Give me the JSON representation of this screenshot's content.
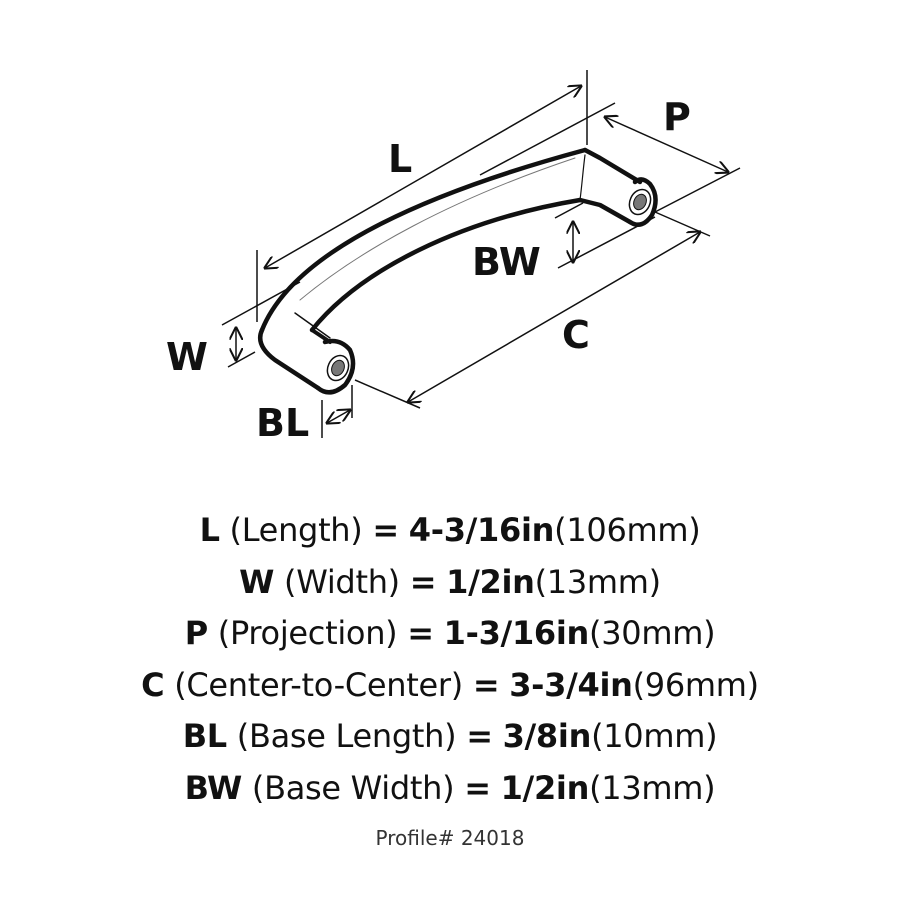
{
  "diagram": {
    "title": "Cabinet pull dimension diagram",
    "labels": {
      "L": "L",
      "P": "P",
      "BW": "BW",
      "C": "C",
      "W": "W",
      "BL": "BL"
    },
    "colors": {
      "line": "#111111",
      "background": "#ffffff"
    }
  },
  "specs": [
    {
      "key": "L",
      "name": "(Length)",
      "eq": "=",
      "imperial": "4-3/16in",
      "metric": "(106mm)"
    },
    {
      "key": "W",
      "name": "(Width)",
      "eq": "=",
      "imperial": "1/2in",
      "metric": "(13mm)"
    },
    {
      "key": "P",
      "name": "(Projection)",
      "eq": "=",
      "imperial": "1-3/16in",
      "metric": "(30mm)"
    },
    {
      "key": "C",
      "name": "(Center-to-Center)",
      "eq": "=",
      "imperial": "3-3/4in",
      "metric": "(96mm)"
    },
    {
      "key": "BL",
      "name": "(Base Length)",
      "eq": "=",
      "imperial": "3/8in",
      "metric": "(10mm)"
    },
    {
      "key": "BW",
      "name": "(Base Width)",
      "eq": "=",
      "imperial": "1/2in",
      "metric": "(13mm)"
    }
  ],
  "profile": "Profile# 24018"
}
